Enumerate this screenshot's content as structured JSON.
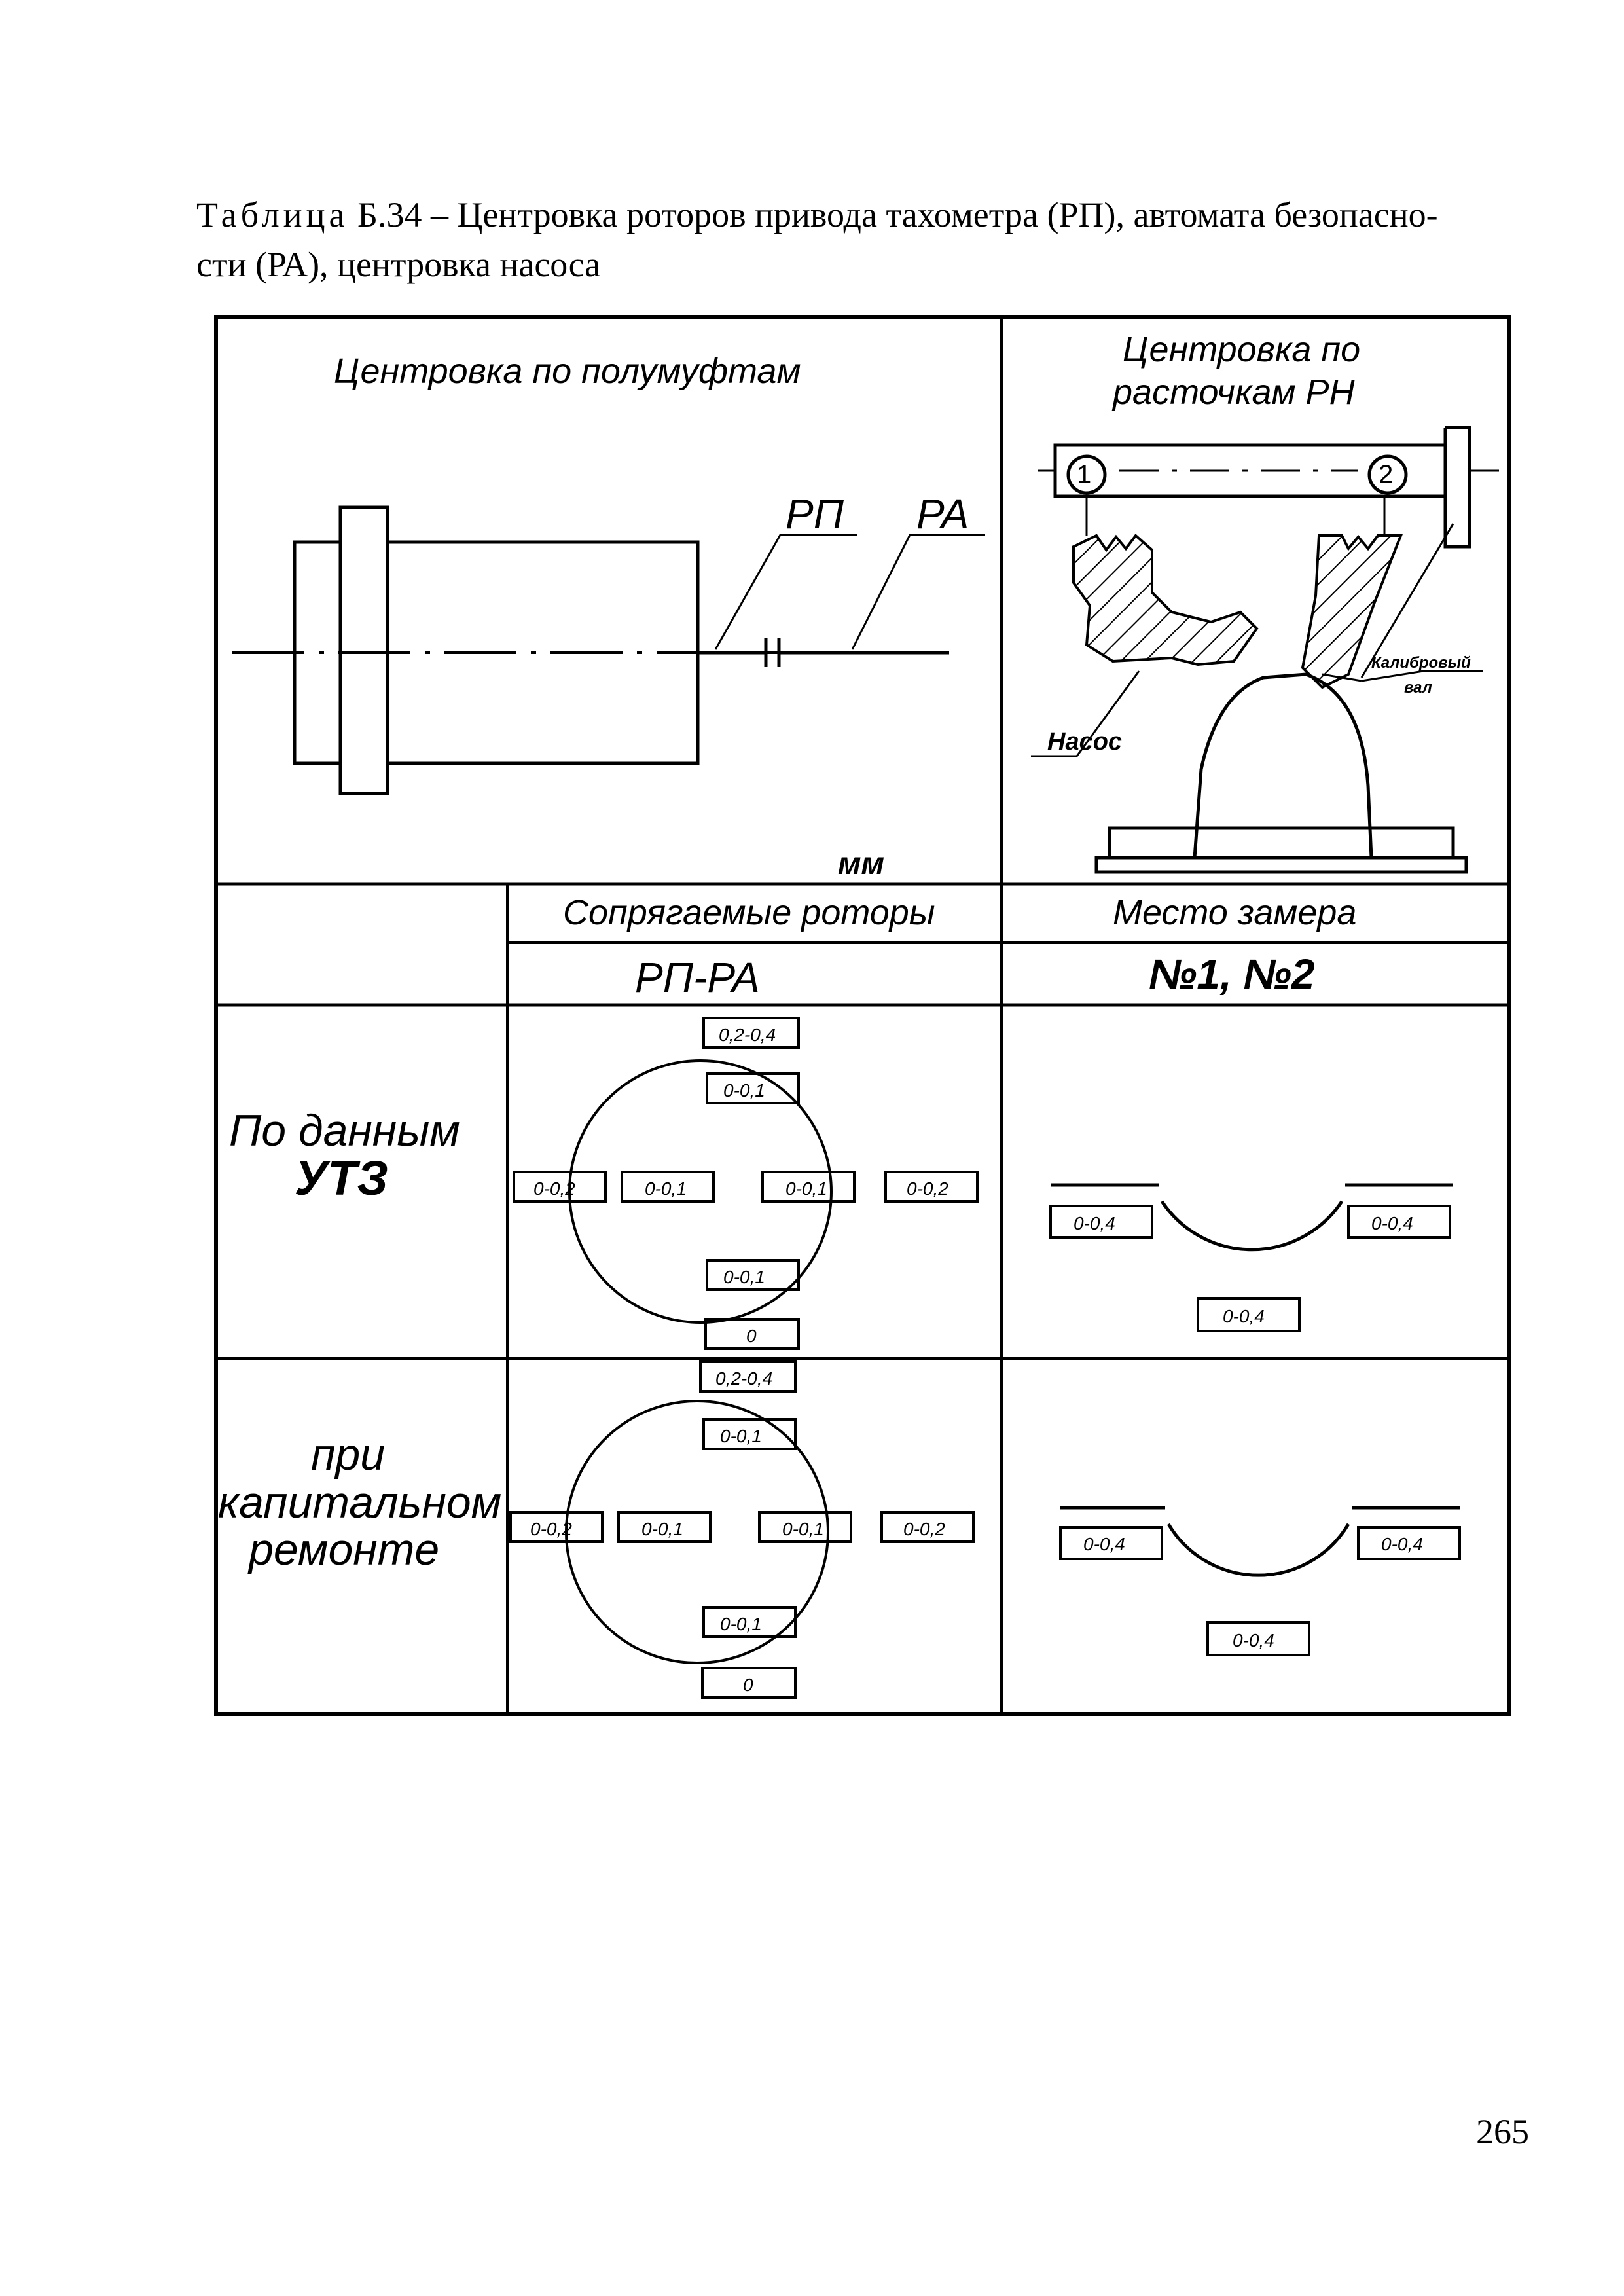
{
  "caption": {
    "lead": "Таблица",
    "rest_line1": " Б.34 – Центровка роторов привода тахометра (РП), автомата безопасно-",
    "line2": "сти (РА), центровка насоса"
  },
  "table": {
    "header_left": "Центровка по полумуфтам",
    "header_right_1": "Центровка по",
    "header_right_2": "расточкам РН",
    "label_rp": "РП",
    "label_ra": "РА",
    "label_mm": "мм",
    "pos_1": "1",
    "pos_2": "2",
    "label_pump": "Насос",
    "label_shaft_1": "Калибровый",
    "label_shaft_2": "вал",
    "col_rotors": "Сопрягаемые роторы",
    "col_place": "Место замера",
    "val_rotors": "РП-РА",
    "val_place": "№1, №2",
    "rows": [
      {
        "label_1": "По данным",
        "label_2": "УТЗ",
        "top_outer": "0,2-0,4",
        "top_inner": "0-0,1",
        "left_outer": "0-0,2",
        "left_inner": "0-0,1",
        "right_inner": "0-0,1",
        "right_outer": "0-0,2",
        "bottom_inner": "0-0,1",
        "bottom_outer": "0",
        "bore_left": "0-0,4",
        "bore_right": "0-0,4",
        "bore_bottom": "0-0,4"
      },
      {
        "label_1": "при",
        "label_2": "капитальном",
        "label_3": "ремонте",
        "top_outer": "0,2-0,4",
        "top_inner": "0-0,1",
        "left_outer": "0-0,2",
        "left_inner": "0-0,1",
        "right_inner": "0-0,1",
        "right_outer": "0-0,2",
        "bottom_inner": "0-0,1",
        "bottom_outer": "0",
        "bore_left": "0-0,4",
        "bore_right": "0-0,4",
        "bore_bottom": "0-0,4"
      }
    ]
  },
  "page_number": "265"
}
